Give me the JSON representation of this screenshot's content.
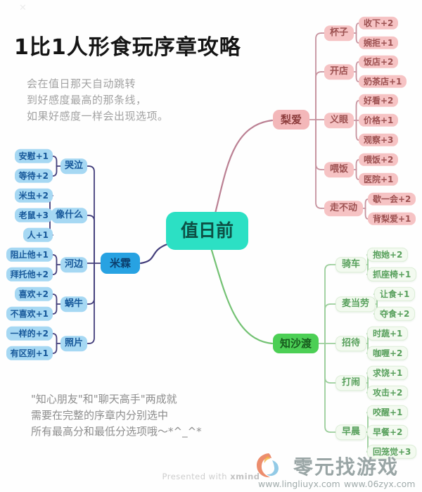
{
  "page": {
    "title": "1比1人形食玩序章攻略",
    "subtitle": "会在值日那天自动跳转\n到好感度最高的那条线，\n如果好感度一样会出现选项。",
    "note": "\"知心朋友\"和\"聊天高手\"两成就\n需要在完整的序章内分别选中\n所有最高分和最低分选项哦～*^_^*",
    "footer_presented": "Presented with",
    "footer_brand": "xmind"
  },
  "watermark": {
    "brand": "零元找游戏",
    "url_left": "www.lingliuyx.com",
    "url_right": "www.06zyx.com"
  },
  "mindmap": {
    "root": "值日前",
    "branches": [
      {
        "id": "milin",
        "label": "米霖",
        "children": [
          {
            "label": "哭泣",
            "leaves": [
              "安慰+1",
              "等待+2"
            ]
          },
          {
            "label": "像什么",
            "leaves": [
              "米虫+2",
              "老鼠+3",
              "人+1"
            ]
          },
          {
            "label": "河边",
            "leaves": [
              "阻止他+1",
              "拜托他+2"
            ]
          },
          {
            "label": "蜗牛",
            "leaves": [
              "喜欢+2",
              "不喜欢+1"
            ]
          },
          {
            "label": "照片",
            "leaves": [
              "一样的+2",
              "有区别+1"
            ]
          }
        ]
      },
      {
        "id": "liai",
        "label": "梨爱",
        "children": [
          {
            "label": "杯子",
            "leaves": [
              "收下+2",
              "婉拒+1"
            ]
          },
          {
            "label": "开店",
            "leaves": [
              "饭店+2",
              "奶茶店+1"
            ]
          },
          {
            "label": "义眼",
            "leaves": [
              "好看+2",
              "价格+1",
              "观察+3"
            ]
          },
          {
            "label": "喂饭",
            "leaves": [
              "喂饭+2",
              "医院+1"
            ]
          },
          {
            "label": "走不动",
            "leaves": [
              "歇一会+2",
              "背梨爱+1"
            ]
          }
        ]
      },
      {
        "id": "zhishadu",
        "label": "知沙渡",
        "children": [
          {
            "label": "骑车",
            "leaves": [
              "抱她+2",
              "抓座椅+1"
            ]
          },
          {
            "label": "麦当劳",
            "leaves": [
              "让食+1",
              "夺食+2"
            ]
          },
          {
            "label": "招待",
            "leaves": [
              "时蔬+1",
              "咖喱+2"
            ]
          },
          {
            "label": "打闹",
            "leaves": [
              "求饶+1",
              "攻击+2"
            ]
          },
          {
            "label": "早晨",
            "leaves": [
              "咬醒+1",
              "早餐+2",
              "回笼觉+3"
            ]
          }
        ]
      }
    ]
  },
  "colors": {
    "root_bg": "#2ce0c4",
    "milin_bg": "#27a2e2",
    "blue_bg": "#a6d8f3",
    "pink_bg": "#f6c3c4",
    "pink_main_bg": "#f3b7b9",
    "green_bg": "#4ccf55",
    "green_sub_bg": "#f3faf0",
    "edge_blue": "#433e7b",
    "edge_pink": "#c6929e",
    "edge_green": "#9bce9b"
  }
}
